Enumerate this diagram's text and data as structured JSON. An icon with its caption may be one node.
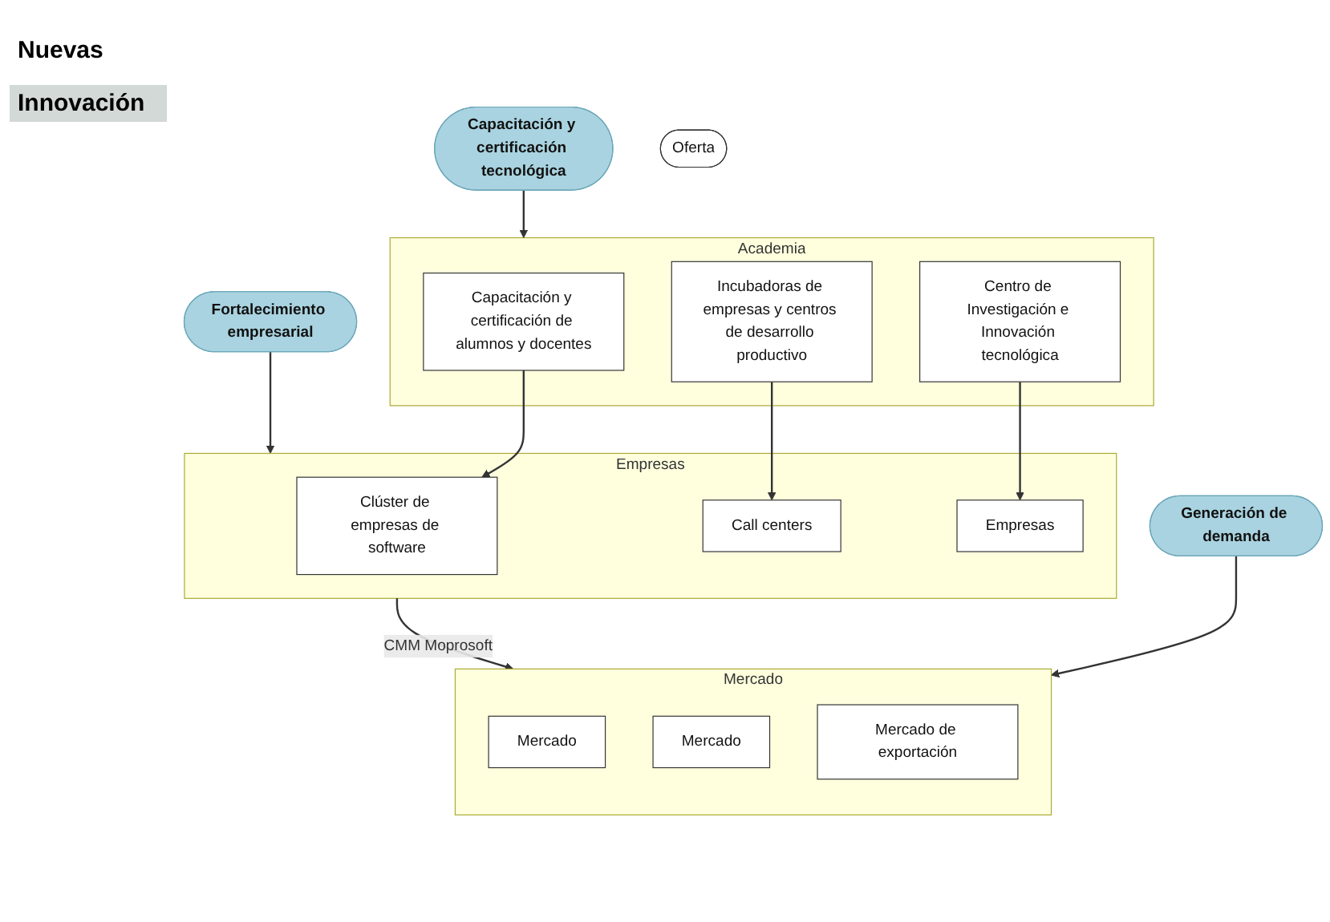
{
  "diagram": {
    "nodes": [
      {
        "text": [
          "Capacitación y certificación tecnológica"
        ]
      },
      {
        "text": [
          "Fortalecimiento empresarial"
        ]
      },
      {
        "text": [
          "Generación de demanda"
        ]
      },
      {
        "text": [
          "Academia"
        ]
      },
      {
        "text": [
          "Capacitación y certificación de alumnos y docentes"
        ],
        "in": 3
      },
      {
        "text": [
          "Incubadoras de empresas y centros de desarrollo productivo"
        ],
        "in": 3
      },
      {
        "text": [
          "Centro de Investigación e Innovación tecnológica"
        ],
        "in": 3
      },
      {
        "text": [
          "Empresas"
        ]
      },
      {
        "text": [
          "Clúster de empresas de software"
        ],
        "in": 7
      },
      {
        "text": [
          "Call centers"
        ],
        "in": 7
      },
      {
        "text": [
          "Empresas"
        ],
        "in": 7
      },
      {
        "text": [
          "Oferta"
        ]
      },
      {
        "text": [
          "Mercado"
        ]
      },
      {
        "text": [
          "Mercado"
        ],
        "in": 12
      },
      {
        "text": [
          "Mercado"
        ],
        "in": 12
      },
      {
        "text": [
          "Mercado de exportación"
        ],
        "in": 12
      }
    ],
    "edges": [
      {
        "from": 0,
        "to": 3,
        "arrow": "to"
      },
      {
        "from": 1,
        "to": 7,
        "arrow": "to"
      },
      {
        "from": 2,
        "to": 12,
        "arrow": "to"
      },
      {
        "from": 4,
        "to": 8,
        "arrow": "to"
      },
      {
        "from": 5,
        "to": 9,
        "arrow": "to"
      },
      {
        "from": 6,
        "to": 10,
        "arrow": "to"
      },
      {
        "from": 7,
        "to": 12,
        "arrow": "to",
        "label": "CMM Moprosoft"
      }
    ],
    "labels": [
      "Nuevas",
      "Innovación"
    ]
  }
}
